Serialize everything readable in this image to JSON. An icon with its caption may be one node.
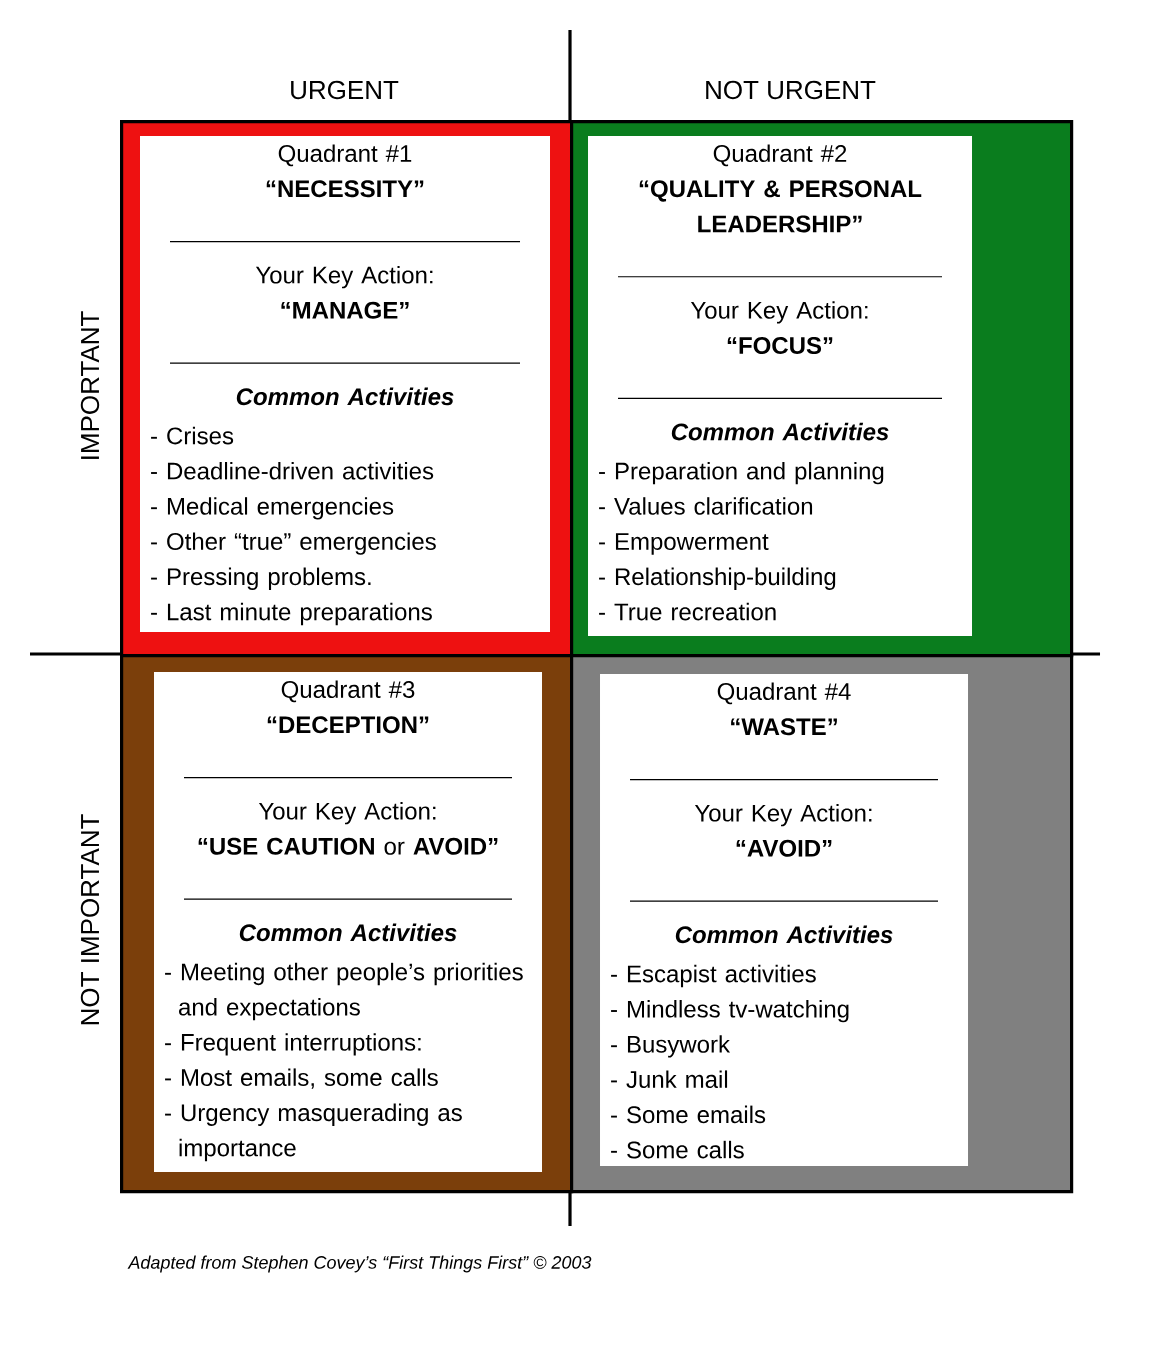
{
  "diagram": {
    "caption": "Adapted from Stephen Covey’s “First Things First” © 2003",
    "nodes": [
      {
        "text": [
          "Quadrant #1",
          "“NECESSITY”",
          "Your Key Action:",
          "“MANAGE”",
          "Common Activities",
          "- Crises",
          "- Deadline-driven activities",
          "- Medical emergencies",
          "- Other “true” emergencies",
          "- Pressing problems.",
          "- Last minute preparations"
        ]
      },
      {
        "text": [
          "Quadrant #2",
          "“QUALITY & PERSONAL LEADERSHIP”",
          "Your Key Action:",
          "“FOCUS”",
          "Common Activities",
          "- Preparation and planning",
          "- Values clarification",
          "- Empowerment",
          "- Relationship-building",
          "- True recreation"
        ]
      },
      {
        "text": [
          "Quadrant #3",
          "“DECEPTION”",
          "Your Key Action:",
          "**“USE CAUTION** or **AVOID”**",
          "Common Activities",
          "- Meeting other people’s priorities and expectations",
          "- Frequent interruptions:",
          "- Most emails, some calls",
          "- Urgency masquerading as importance"
        ]
      },
      {
        "text": [
          "Quadrant #4",
          "“WASTE”",
          "Your Key Action:",
          "“AVOID”",
          "Common Activities",
          "- Escapist activities",
          "- Mindless tv-watching",
          "- Busywork",
          "- Junk mail",
          "- Some emails",
          "- Some calls"
        ]
      }
    ],
    "labels": [
      "URGENT",
      "NOT URGENT",
      "IMPORTANT",
      "NOT IMPORTANT"
    ]
  }
}
